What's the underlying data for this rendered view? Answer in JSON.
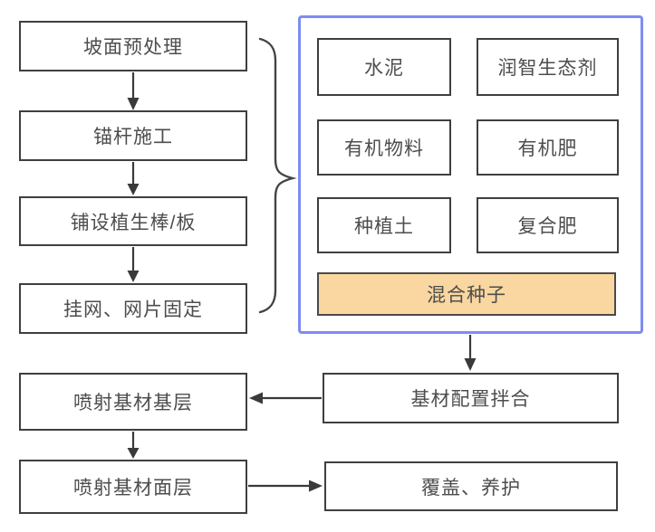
{
  "diagram_title": "slope-greening-construction-flowchart",
  "colors": {
    "box_border": "#3f3f3f",
    "panel_border": "#7d8df0",
    "highlight_fill": "#fad7a0",
    "arrow": "#3a3a3a",
    "text": "#4d4d4d"
  },
  "left_steps": [
    {
      "label": "坡面预处理"
    },
    {
      "label": "锚杆施工"
    },
    {
      "label": "铺设植生棒/板"
    },
    {
      "label": "挂网、网片固定"
    }
  ],
  "materials": {
    "items": [
      {
        "label": "水泥"
      },
      {
        "label": "润智生态剂"
      },
      {
        "label": "有机物料"
      },
      {
        "label": "有机肥"
      },
      {
        "label": "种植土"
      },
      {
        "label": "复合肥"
      }
    ],
    "highlighted_item": {
      "label": "混合种子"
    }
  },
  "process": {
    "mix": "基材配置拌合",
    "spray_base": "喷射基材基层",
    "spray_top": "喷射基材面层",
    "cover": "覆盖、养护"
  }
}
